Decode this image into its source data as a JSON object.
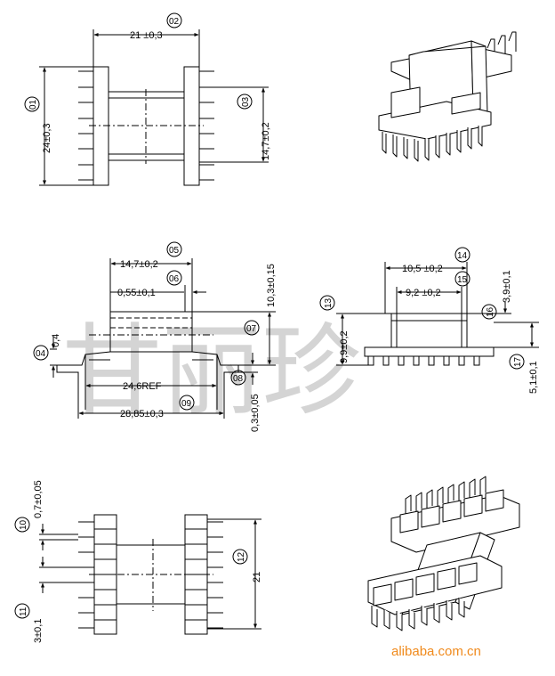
{
  "watermark": {
    "text": "甘丽珍"
  },
  "footer": {
    "site": "alibaba.com.cn",
    "color": "#f08a1c"
  },
  "callouts": [
    "01",
    "02",
    "03",
    "04",
    "05",
    "06",
    "07",
    "08",
    "09",
    "10",
    "11",
    "12",
    "13",
    "14",
    "15",
    "16",
    "17"
  ],
  "dimensions": {
    "d01": "24±0,3",
    "d02": "21 ±0,3",
    "d03": "14,7±0,2",
    "d04": "0,4",
    "d05": "14,7±0,2",
    "d06": "0,55±0,1",
    "d07": "10,3±0,15",
    "d08": "0,3±0,05",
    "d09": "28,85±0,3",
    "d10": "0,7±0,05",
    "d11": "3±0,1",
    "d12": "21",
    "d13": "9,9±0,2",
    "d14": "10,5 ±0,2",
    "d15": "9,2 ±0,2",
    "d16": "3,9±0,1",
    "d17": "5,1±0,1",
    "ref": "24,6REF"
  }
}
